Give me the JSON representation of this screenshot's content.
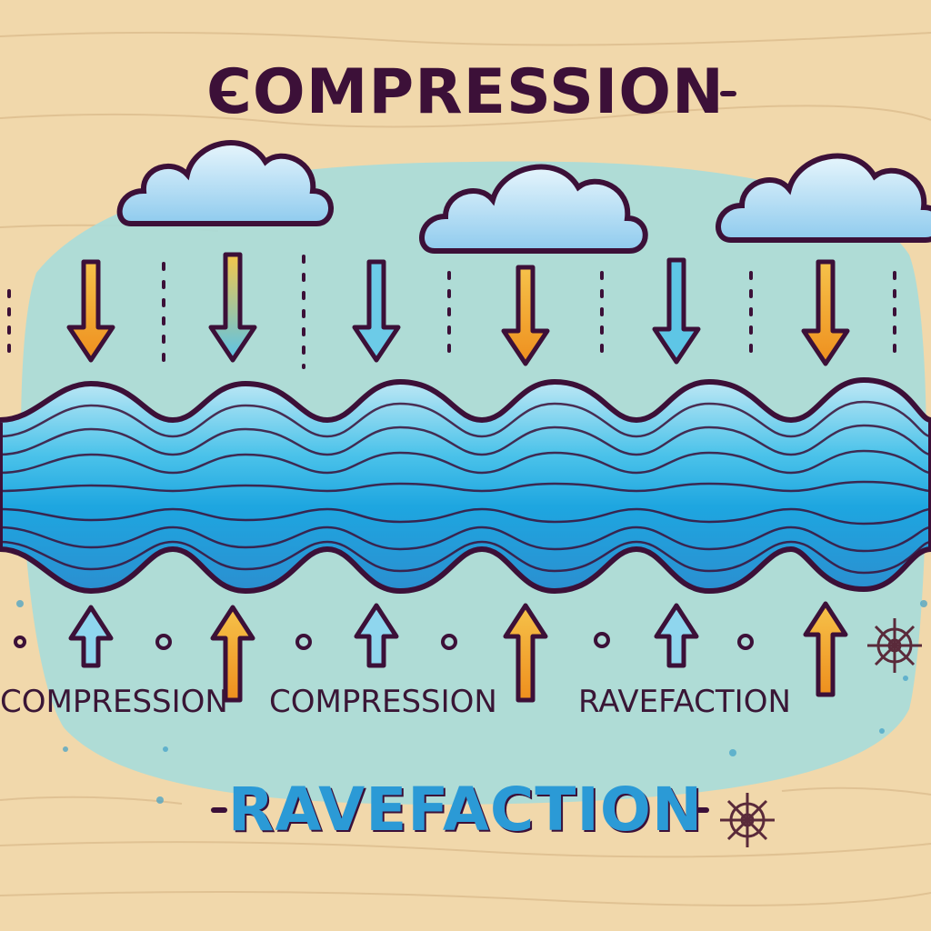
{
  "title_top": "COMPRESSION",
  "title_bottom": "RAVEFACTION",
  "wave_labels": [
    "COMPRESSION",
    "COMPRESSION",
    "RAVEFACTION"
  ],
  "icons": {
    "cloud": "cloud-icon",
    "arrow_down": "arrow-down-icon",
    "arrow_up": "arrow-up-icon",
    "wheel": "ship-wheel-icon"
  },
  "colors": {
    "background": "#f1d8ab",
    "blob": "#a9dcd9",
    "wave_light": "#8fd6ee",
    "wave_mid": "#29b2e4",
    "wave_dark": "#1a7fc6",
    "outline": "#3c1038",
    "arrow_orange": "#f2a62a",
    "arrow_yellow": "#f4d24a",
    "arrow_teal": "#5ec6e6",
    "cloud_fill": "#a8d9f2"
  }
}
